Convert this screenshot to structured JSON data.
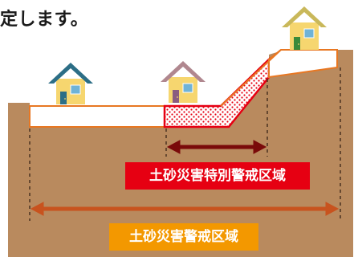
{
  "caption": "定します。",
  "special_zone": {
    "label": "土砂災害特別警戒区域",
    "color": "#e60012",
    "arrow_color": "#7a0a0a"
  },
  "warning_zone": {
    "label": "土砂災害警戒区域",
    "color": "#f39800",
    "arrow_color": "#c8531e"
  },
  "colors": {
    "ground": "#b98a5e",
    "slope_edge": "#e87722",
    "house_wall": "#f6d66f"
  },
  "houses": [
    {
      "roof_color": "#2c6e86"
    },
    {
      "roof_color": "#b0878f"
    },
    {
      "roof_color": "#c9b85a"
    }
  ]
}
